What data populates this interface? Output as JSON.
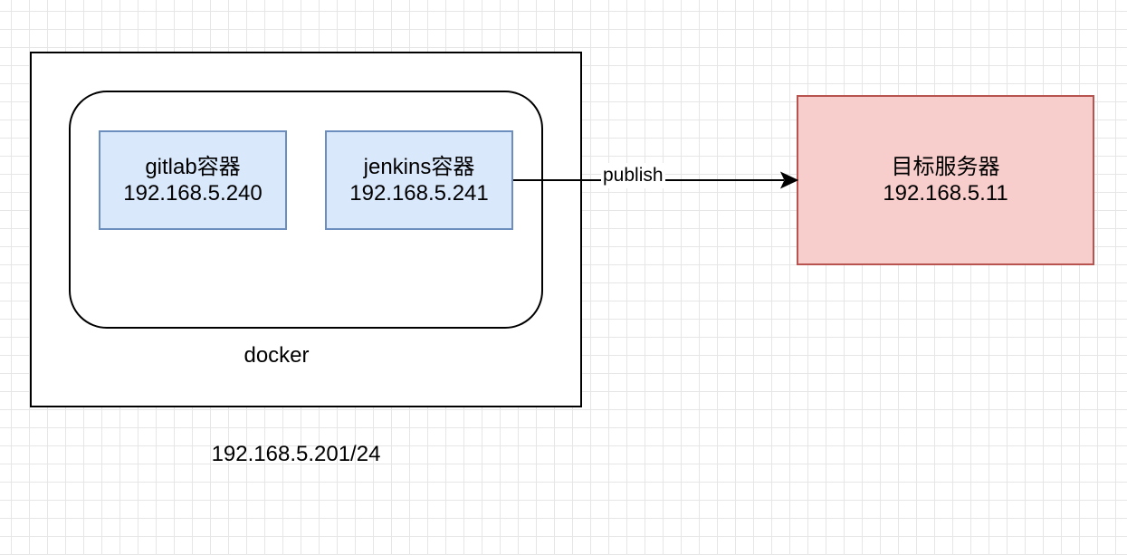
{
  "host": {
    "docker_label": "docker",
    "subnet_label": "192.168.5.201/24"
  },
  "containers": {
    "gitlab": {
      "name": "gitlab容器",
      "ip": "192.168.5.240"
    },
    "jenkins": {
      "name": "jenkins容器",
      "ip": "192.168.5.241"
    }
  },
  "target": {
    "name": "目标服务器",
    "ip": "192.168.5.11"
  },
  "edge": {
    "label": "publish"
  },
  "colors": {
    "container_fill": "#dae8fc",
    "container_stroke": "#6c8ebf",
    "target_fill": "#f8cecc",
    "target_stroke": "#b85450",
    "grid": "#e6e6e6"
  }
}
